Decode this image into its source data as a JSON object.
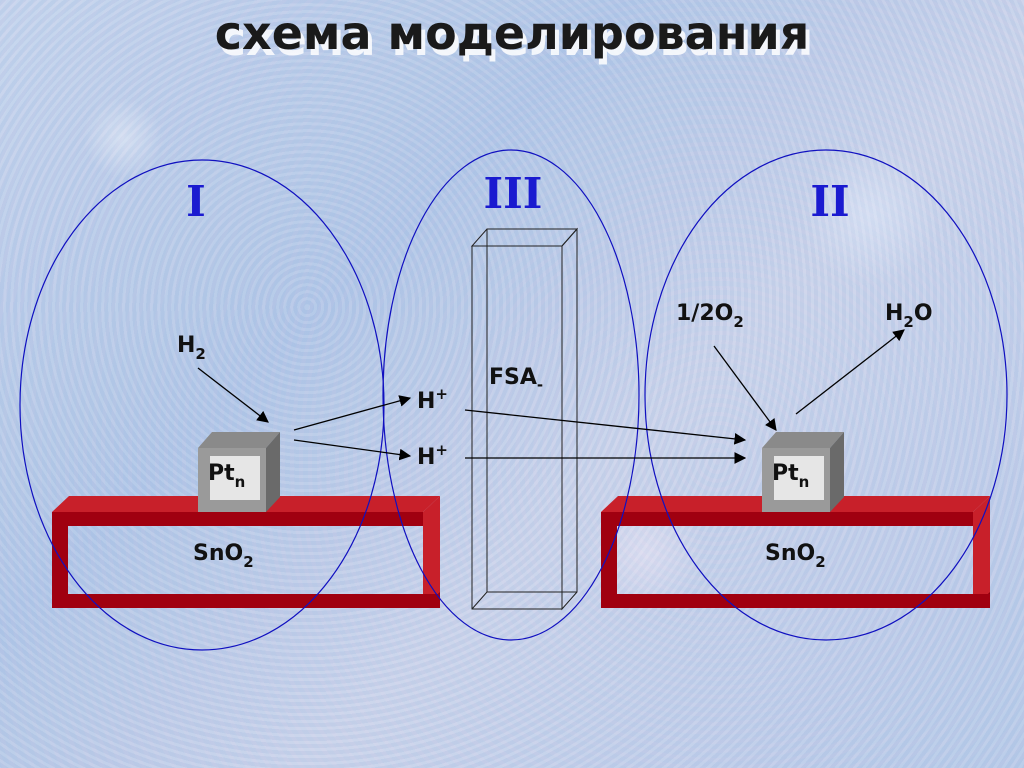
{
  "slide": {
    "title": "схема моделирования"
  },
  "regions": {
    "left": "I",
    "middle": "III",
    "right": "II"
  },
  "left_electrode": {
    "catalyst_main": "Pt",
    "catalyst_sub": "n",
    "support_main": "SnO",
    "support_sub": "2",
    "input_main": "H",
    "input_sub": "2"
  },
  "membrane": {
    "label_main": "FSA",
    "label_sub": "-"
  },
  "protons": [
    {
      "main": "H",
      "sup": "+"
    },
    {
      "main": "H",
      "sup": "+"
    }
  ],
  "right_electrode": {
    "catalyst_main": "Pt",
    "catalyst_sub": "n",
    "support_main": "SnO",
    "support_sub": "2",
    "oxygen_main": "1/2O",
    "oxygen_sub": "2",
    "water_main": "H",
    "water_sub": "2",
    "water_tail": "O"
  },
  "colors": {
    "ellipse": "#1010c0",
    "region_label": "#1a1ad0",
    "frame_red": "#a00010",
    "cube_gray": "#7a7a7a",
    "cube_face": "#e4e4e4"
  }
}
